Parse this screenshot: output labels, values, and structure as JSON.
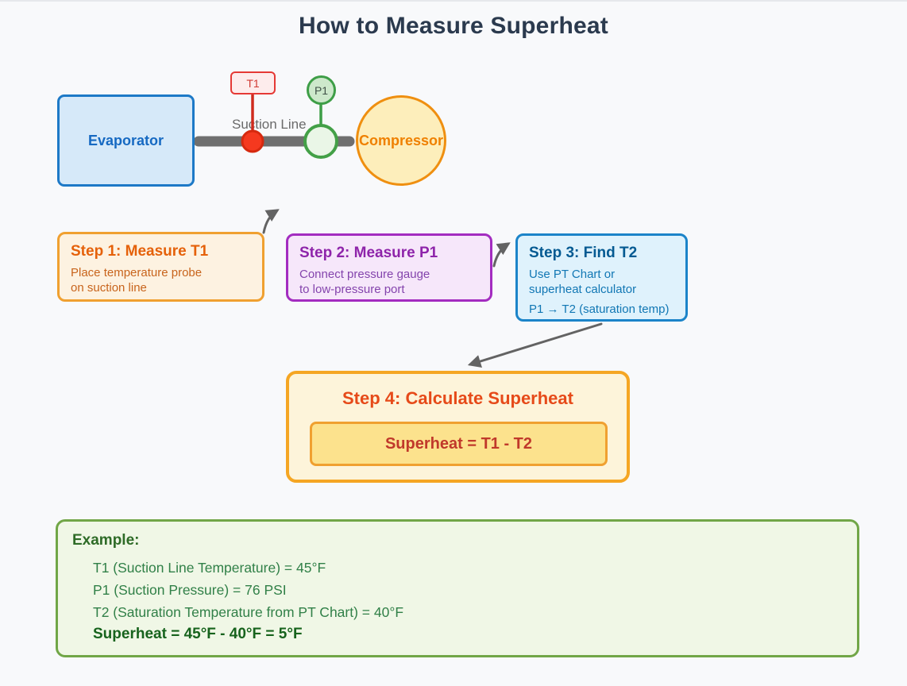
{
  "title": "How to Measure Superheat",
  "diagram": {
    "evaporator_label": "Evaporator",
    "compressor_label": "Compressor",
    "suction_line_label": "Suction Line",
    "t1_label": "T1",
    "p1_label": "P1"
  },
  "steps": [
    {
      "title": "Step 1: Measure T1",
      "lines": [
        "Place temperature probe",
        "on suction line"
      ]
    },
    {
      "title": "Step 2: Measure P1",
      "lines": [
        "Connect pressure gauge",
        "to low-pressure port"
      ]
    },
    {
      "title": "Step 3: Find T2",
      "lines": [
        "Use PT Chart or",
        "superheat calculator"
      ],
      "note": "P1 → T2 (saturation temp)"
    },
    {
      "title": "Step 4: Calculate Superheat",
      "formula": "Superheat = T1 - T2"
    }
  ],
  "example": {
    "title": "Example:",
    "lines": [
      "T1 (Suction Line Temperature) = 45°F",
      "P1 (Suction Pressure) = 76 PSI",
      "T2 (Saturation Temperature from PT Chart) = 40°F"
    ],
    "result": "Superheat = 45°F - 40°F = 5°F"
  },
  "colors": {
    "background": "#f8f9fb",
    "title_text": "#2b3a4e",
    "evaporator_fill": "#d6e9f9",
    "evaporator_border": "#1d79c7",
    "evaporator_text": "#1669c2",
    "compressor_fill": "#fdeebb",
    "compressor_border": "#ef8f10",
    "compressor_text": "#ef8000",
    "suction_line": "#6f6f6f",
    "suction_label_text": "#6a6a6a",
    "t1_badge_fill": "#fdecec",
    "t1_badge_border": "#e53935",
    "t1_probe_dot": "#f5391f",
    "p1_badge_fill": "#cde8cb",
    "p1_badge_border": "#3e9e47",
    "p1_junction_fill": "#eaf6e7",
    "step1_fill": "#fdf2e1",
    "step1_border": "#f0a030",
    "step1_title": "#e5610a",
    "step1_text": "#c8641c",
    "step2_fill": "#f6e7fa",
    "step2_border": "#a32cc0",
    "step2_title": "#8e24aa",
    "step2_text": "#8444ad",
    "step3_fill": "#dff2fc",
    "step3_border": "#1b84c9",
    "step3_title": "#045a92",
    "step3_text": "#1177b4",
    "step4_fill": "#fdf4da",
    "step4_border": "#f5a623",
    "step4_title": "#e64a19",
    "formula_fill": "#fce28d",
    "formula_border": "#f0a030",
    "formula_text": "#c0392b",
    "example_fill": "#f0f7e6",
    "example_border": "#71a647",
    "example_title": "#2e6b27",
    "example_text": "#318048",
    "example_result": "#17631d",
    "arrow": "#636363"
  }
}
